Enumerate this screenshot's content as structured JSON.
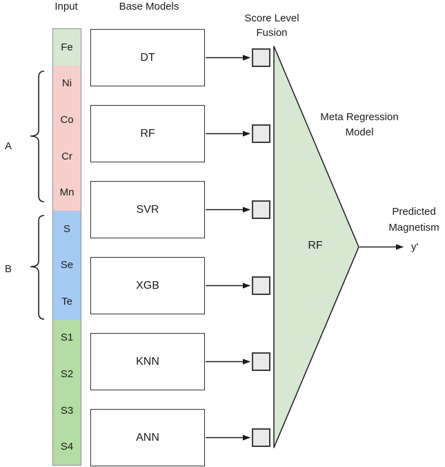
{
  "headers": {
    "input": "Input",
    "base_models": "Base Models",
    "score_level_fusion": "Score Level Fusion"
  },
  "input_column": {
    "cells": [
      {
        "label": "Fe",
        "color": "#d6e8d2"
      },
      {
        "label": "Ni",
        "color": "#f7cfca"
      },
      {
        "label": "Co",
        "color": "#f7cfca"
      },
      {
        "label": "Cr",
        "color": "#f7cfca"
      },
      {
        "label": "Mn",
        "color": "#f7cfca"
      },
      {
        "label": "S",
        "color": "#a5cbf3"
      },
      {
        "label": "Se",
        "color": "#a5cbf3"
      },
      {
        "label": "Te",
        "color": "#a5cbf3"
      },
      {
        "label": "S1",
        "color": "#b3dda4"
      },
      {
        "label": "S2",
        "color": "#b3dda4"
      },
      {
        "label": "S3",
        "color": "#b3dda4"
      },
      {
        "label": "S4",
        "color": "#b3dda4"
      }
    ]
  },
  "group_brackets": [
    {
      "label": "A"
    },
    {
      "label": "B"
    }
  ],
  "base_models": [
    {
      "label": "DT"
    },
    {
      "label": "RF"
    },
    {
      "label": "SVR"
    },
    {
      "label": "XGB"
    },
    {
      "label": "KNN"
    },
    {
      "label": "ANN"
    }
  ],
  "meta": {
    "label": "Meta Regression Model",
    "node": "RF"
  },
  "output": {
    "label": "Predicted Magnetism",
    "symbol": "y'"
  },
  "colors": {
    "triangle_fill": "#d6e8d2",
    "square_fill": "#e9e9e9",
    "stroke": "#1a1a1a"
  }
}
